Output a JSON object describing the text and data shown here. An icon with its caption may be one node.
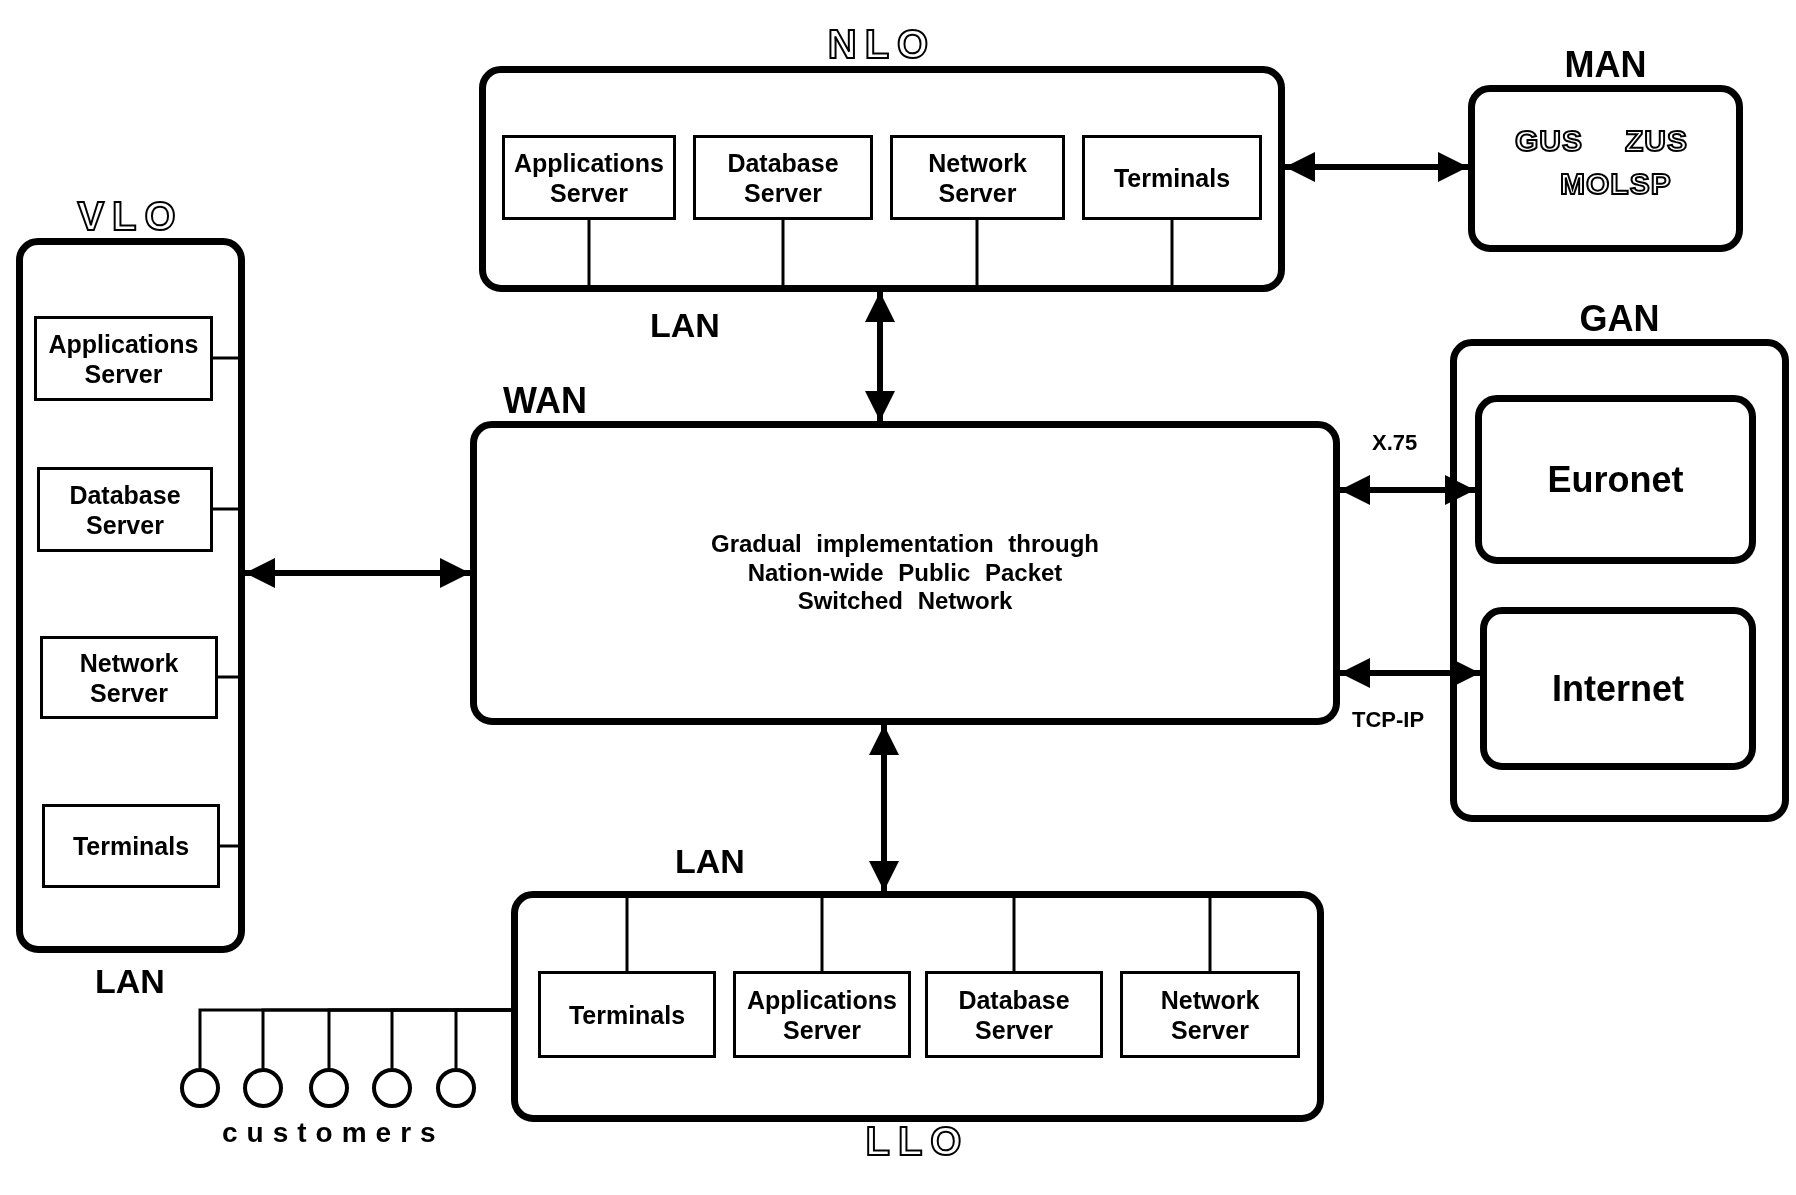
{
  "diagram": {
    "nodes": [
      {
        "text": [
          "NLO"
        ]
      },
      {
        "text": [
          "Applications Server"
        ],
        "in": 0
      },
      {
        "text": [
          "Database Server"
        ],
        "in": 0
      },
      {
        "text": [
          "Network Server"
        ],
        "in": 0
      },
      {
        "text": [
          "Terminals"
        ],
        "in": 0
      },
      {
        "text": [
          "MAN",
          "GUS",
          "ZUS",
          "MOLSP"
        ]
      },
      {
        "text": [
          "VLO"
        ]
      },
      {
        "text": [
          "Applications Server"
        ],
        "in": 6
      },
      {
        "text": [
          "Database Server"
        ],
        "in": 6
      },
      {
        "text": [
          "Network Server"
        ],
        "in": 6
      },
      {
        "text": [
          "Terminals"
        ],
        "in": 6
      },
      {
        "text": [
          "WAN",
          "Gradual implementation through Nation-wide Public Packet Switched Network"
        ]
      },
      {
        "text": [
          "GAN"
        ]
      },
      {
        "text": [
          "Euronet"
        ],
        "in": 12
      },
      {
        "text": [
          "Internet"
        ],
        "in": 12
      },
      {
        "text": [
          "LLO"
        ]
      },
      {
        "text": [
          "Terminals"
        ],
        "in": 15
      },
      {
        "text": [
          "Applications Server"
        ],
        "in": 15
      },
      {
        "text": [
          "Database Server"
        ],
        "in": 15
      },
      {
        "text": [
          "Network Server"
        ],
        "in": 15
      },
      {
        "text": [],
        "shape": "circle"
      },
      {
        "text": [],
        "shape": "circle"
      },
      {
        "text": [],
        "shape": "circle"
      },
      {
        "text": [],
        "shape": "circle"
      },
      {
        "text": [],
        "shape": "circle"
      }
    ],
    "edges": [
      {
        "from": 0,
        "to": 5,
        "arrow": "both"
      },
      {
        "from": 0,
        "to": 11,
        "arrow": "both"
      },
      {
        "from": 6,
        "to": 11,
        "arrow": "both"
      },
      {
        "from": 11,
        "to": 13,
        "arrow": "both",
        "label": "X.75"
      },
      {
        "from": 11,
        "to": 14,
        "arrow": "both",
        "label": "TCP-IP"
      },
      {
        "from": 11,
        "to": 15,
        "arrow": "both"
      },
      {
        "from": 20,
        "to": 15,
        "arrow": "none"
      },
      {
        "from": 21,
        "to": 15,
        "arrow": "none"
      },
      {
        "from": 22,
        "to": 15,
        "arrow": "none"
      },
      {
        "from": 23,
        "to": 15,
        "arrow": "none"
      },
      {
        "from": 24,
        "to": 15,
        "arrow": "none"
      }
    ],
    "labels": [
      "LAN",
      "LAN",
      "LAN",
      "customers"
    ]
  }
}
